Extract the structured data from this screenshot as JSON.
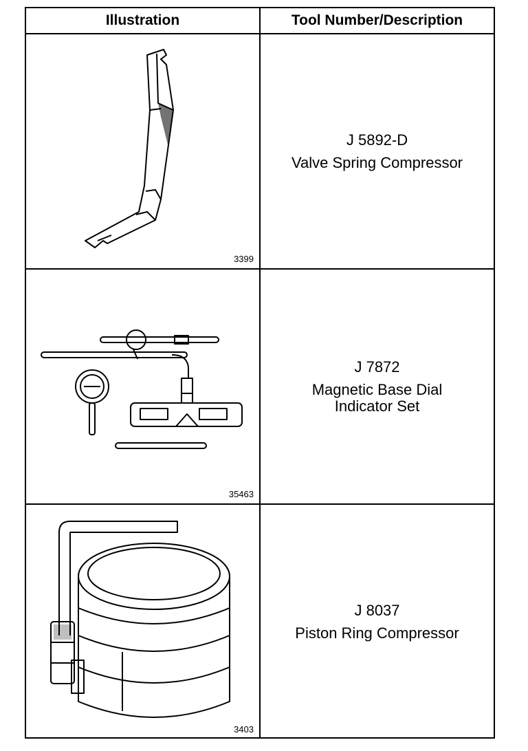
{
  "table": {
    "headers": {
      "illustration": "Illustration",
      "tool": "Tool Number/Description"
    },
    "rows": [
      {
        "figure_number": "3399",
        "tool_number": "J 5892-D",
        "description": "Valve Spring Compressor"
      },
      {
        "figure_number": "35463",
        "tool_number": "J 7872",
        "description": "Magnetic Base Dial Indicator Set"
      },
      {
        "figure_number": "3403",
        "tool_number": "J 8037",
        "description": "Piston Ring Compressor"
      }
    ]
  }
}
